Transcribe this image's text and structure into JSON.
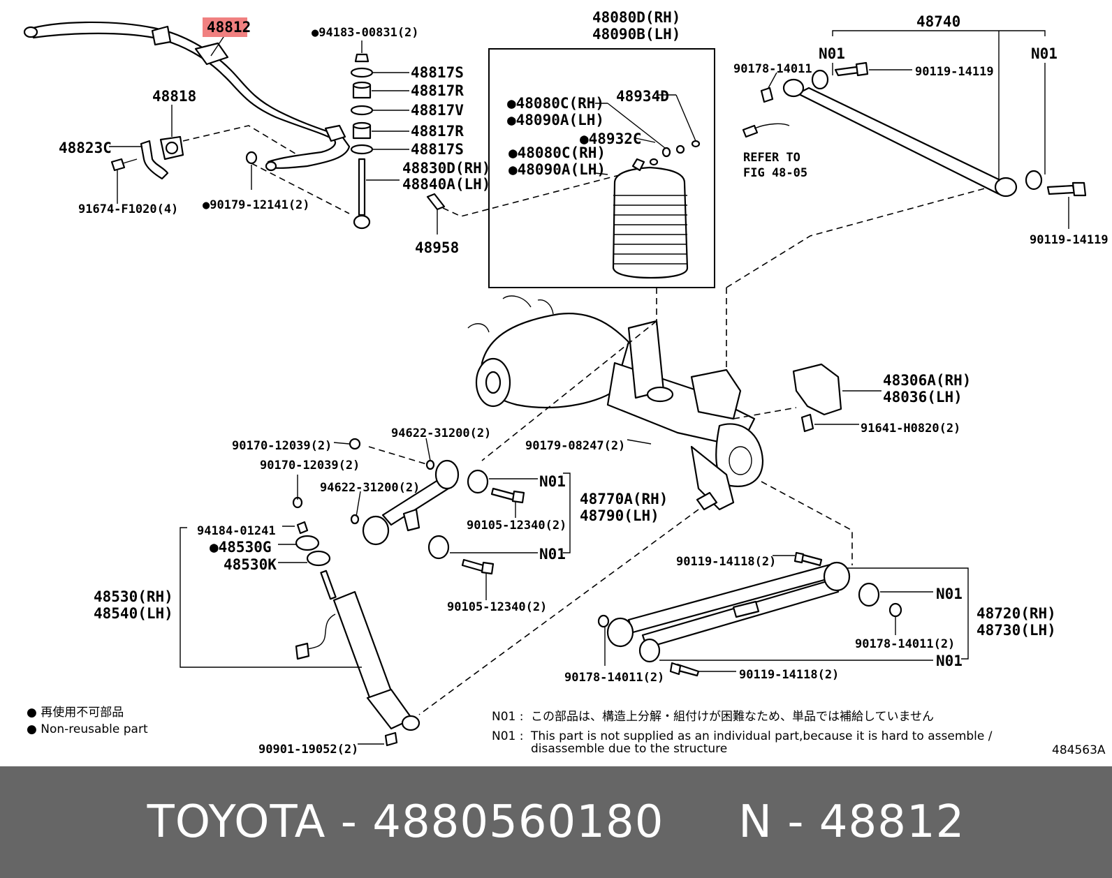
{
  "callouts": {
    "p48812": "48812",
    "p94183": "●94183-00831(2)",
    "p48817S_a": "48817S",
    "p48817R_a": "48817R",
    "p48817V": "48817V",
    "p48817R_b": "48817R",
    "p48817S_b": "48817S",
    "p48830D": "48830D(RH)",
    "p48840A": "48840A(LH)",
    "p48818": "48818",
    "p48823C": "48823C",
    "p91674": "91674-F1020(4)",
    "p90179_12141": "●90179-12141(2)",
    "p48958": "48958",
    "p48080D": "48080D(RH)",
    "p48090B": "48090B(LH)",
    "p48934D": "48934D",
    "p48080C_a": "●48080C(RH)",
    "p48090A_a": "●48090A(LH)",
    "p48932C": "●48932C",
    "p48080C_b": "●48080C(RH)",
    "p48090A_b": "●48090A(LH)",
    "p48740": "48740",
    "n01_a": "N01",
    "n01_b": "N01",
    "p90178_14011_top": "90178-14011",
    "p90119_14119_top": "90119-14119",
    "refer_1": "REFER TO",
    "refer_2": "FIG 48-05",
    "p90119_14119_right": "90119-14119",
    "p48306A": "48306A(RH)",
    "p48036": "48036(LH)",
    "p91641": "91641-H0820(2)",
    "p90179_08247": "90179-08247(2)",
    "p94622_a": "94622-31200(2)",
    "p90170_a": "90170-12039(2)",
    "p90170_b": "90170-12039(2)",
    "p94622_b": "94622-31200(2)",
    "n01_c": "N01",
    "p48770A": "48770A(RH)",
    "p48790": "48790(LH)",
    "p90105_a": "90105-12340(2)",
    "n01_d": "N01",
    "p90105_b": "90105-12340(2)",
    "p94184": "94184-01241",
    "p48530G": "●48530G",
    "p48530K": "48530K",
    "p48530": "48530(RH)",
    "p48540": "48540(LH)",
    "p90119_14118_a": "90119-14118(2)",
    "n01_e": "N01",
    "p48720": "48720(RH)",
    "p48730": "48730(LH)",
    "p90178_14011_b": "90178-14011(2)",
    "n01_f": "N01",
    "p90178_14011_c": "90178-14011(2)",
    "p90119_14118_b": "90119-14118(2)",
    "p90901": "90901-19052(2)",
    "diagram_id": "484563A"
  },
  "legend": {
    "jp": "● 再使用不可部品",
    "en": "● Non-reusable part"
  },
  "notes": {
    "jp_code": "N01 :",
    "jp_text": "この部品は、構造上分解・組付けが困難なため、単品では補給していません",
    "en_code": "N01 :",
    "en_text_1": "This part is not supplied as an individual part,because it is hard to assemble /",
    "en_text_2": "disassemble due to the structure"
  },
  "highlight_color": "#f08080",
  "footer": {
    "text": "TOYOTA - 4880560180     N - 48812"
  }
}
